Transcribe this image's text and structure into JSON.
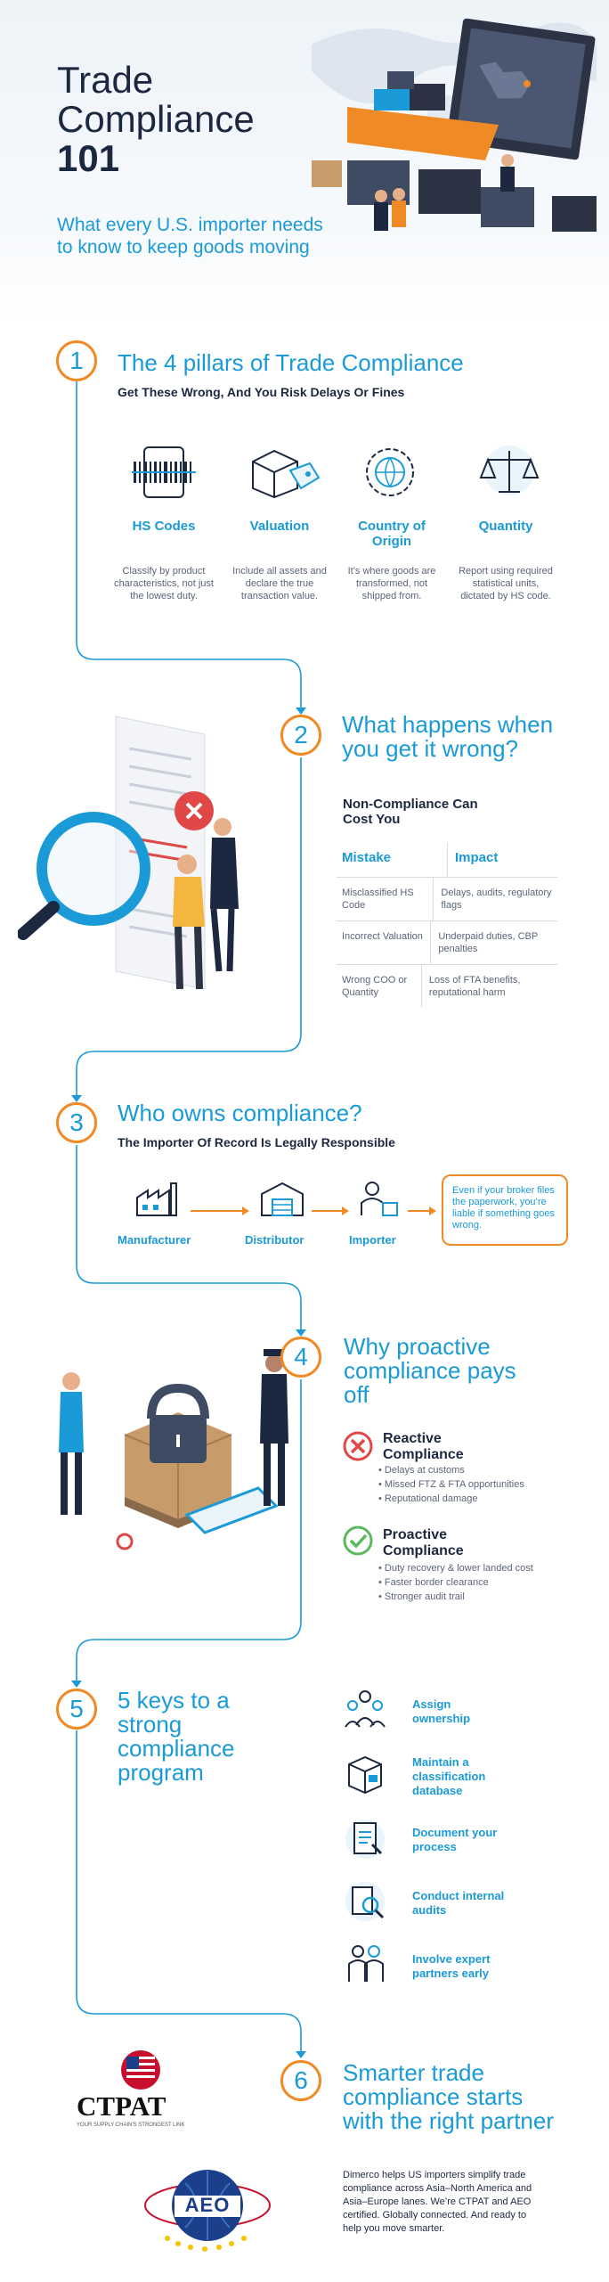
{
  "hero": {
    "title_line1": "Trade",
    "title_line2": "Compliance",
    "title_line3": "101",
    "subtitle": "What every U.S. importer needs to know to keep goods moving"
  },
  "s1": {
    "num": "1",
    "title": "The 4 pillars of Trade Compliance",
    "subtitle": "Get These Wrong, And You Risk Delays Or Fines",
    "pillars": [
      {
        "label": "HS Codes",
        "desc": "Classify by product characteristics, not just the lowest duty."
      },
      {
        "label": "Valuation",
        "desc": "Include all assets and declare the true transaction value."
      },
      {
        "label": "Country of Origin",
        "desc": "It’s where goods are transformed, not shipped from."
      },
      {
        "label": "Quantity",
        "desc": "Report using required statistical units, dictated by HS code."
      }
    ]
  },
  "s2": {
    "num": "2",
    "title": "What happens when you get it wrong?",
    "subtitle": "Non-Compliance Can Cost You",
    "col_mistake": "Mistake",
    "col_impact": "Impact",
    "rows": [
      {
        "mistake": "Misclassified HS Code",
        "impact": "Delays, audits, regulatory flags"
      },
      {
        "mistake": "Incorrect Valuation",
        "impact": "Underpaid duties, CBP penalties"
      },
      {
        "mistake": "Wrong COO or Quantity",
        "impact": "Loss of FTA benefits, reputational harm"
      }
    ]
  },
  "s3": {
    "num": "3",
    "title": "Who owns compliance?",
    "subtitle": "The Importer Of Record Is Legally Responsible",
    "chain": [
      "Manufacturer",
      "Distributor",
      "Importer"
    ],
    "note": "Even if your broker files the paperwork, you’re liable if something goes wrong."
  },
  "s4": {
    "num": "4",
    "title": "Why proactive compliance pays off",
    "reactive": {
      "title": "Reactive Compliance",
      "items": [
        "Delays at customs",
        "Missed FTZ & FTA opportunities",
        "Reputational damage"
      ]
    },
    "proactive": {
      "title": "Proactive Compliance",
      "items": [
        "Duty recovery & lower landed cost",
        "Faster border clearance",
        "Stronger audit trail"
      ]
    }
  },
  "s5": {
    "num": "5",
    "title": "5 keys to a strong compliance program",
    "keys": [
      "Assign ownership",
      "Maintain a classification database",
      "Document your process",
      "Conduct internal audits",
      "Involve expert partners early"
    ]
  },
  "s6": {
    "num": "6",
    "title": "Smarter trade compliance starts with the right partner",
    "body": "Dimerco helps US importers simplify trade compliance across Asia–North America and Asia–Europe lanes. We’re CTPAT and AEO certified. Globally connected. And ready to help you move smarter.",
    "ctpat_name": "CTPAT",
    "ctpat_tag": "YOUR SUPPLY CHAIN'S STRONGEST LINK",
    "aeo_name": "AEO"
  },
  "colors": {
    "blue": "#1a9ad6",
    "navy": "#1c2740",
    "orange": "#f08a24",
    "gray": "#5a6478"
  }
}
